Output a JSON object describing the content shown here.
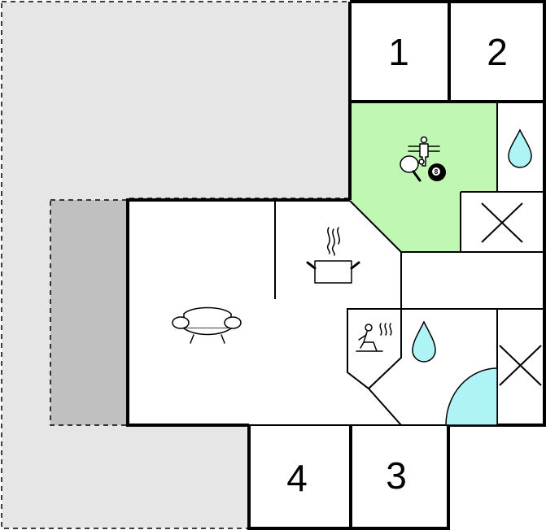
{
  "rooms": {
    "bedroom_1": {
      "label": "1"
    },
    "bedroom_2": {
      "label": "2"
    },
    "bedroom_3": {
      "label": "3"
    },
    "bedroom_4": {
      "label": "4"
    },
    "activity_room": {
      "icons": [
        "foosball-icon",
        "table-tennis-icon",
        "billiard-ball-icon"
      ],
      "billiard_ball_label": "8"
    },
    "kitchen": {
      "icons": [
        "cooking-pot-icon"
      ]
    },
    "living_room": {
      "icons": [
        "sofa-icon"
      ]
    },
    "sauna": {
      "icons": [
        "sauna-icon"
      ]
    },
    "bathroom": {
      "icons": [
        "water-drop-icon",
        "shower-icon"
      ]
    },
    "toilet": {
      "icons": [
        "cross-icon"
      ]
    }
  },
  "colors": {
    "terrace_light": "#e6e6e6",
    "terrace_dark": "#c0c0c0",
    "activity_room": "#bff7b3",
    "water": "#aef4f7",
    "wall": "#000000"
  }
}
